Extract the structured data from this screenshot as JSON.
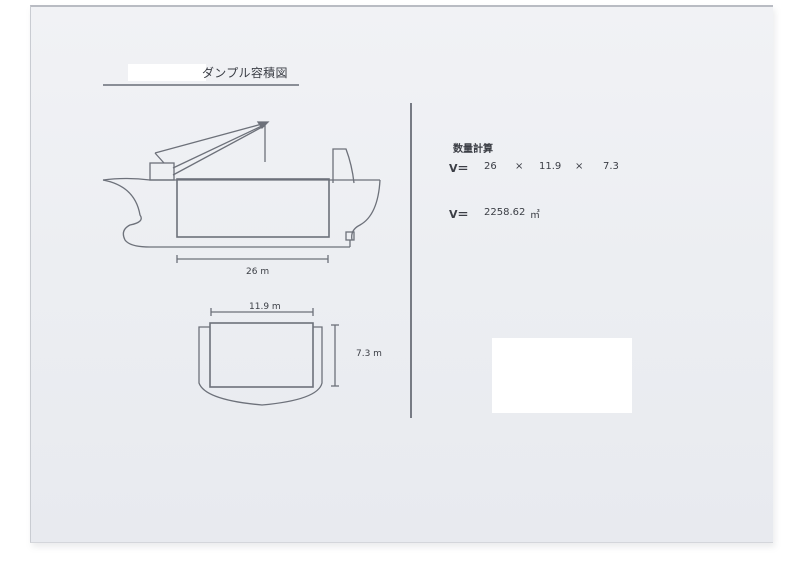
{
  "document": {
    "title": "ダンプル容積図",
    "title_prefix_redacted": true
  },
  "drawing": {
    "side_view": {
      "length_label": "26 m"
    },
    "cross_section": {
      "width_label": "11.9 m",
      "height_label": "7.3 m"
    }
  },
  "calculation": {
    "heading": "数量計算",
    "formula": {
      "lhs": "V＝",
      "length": "26",
      "op1": "×",
      "width": "11.9",
      "op2": "×",
      "height": "7.3"
    },
    "result": {
      "lhs": "V＝",
      "value": "2258.62",
      "unit": "㎥"
    }
  },
  "colors": {
    "paper": "#eceef2",
    "ink": "#3b3e45",
    "line": "#6d717a"
  }
}
